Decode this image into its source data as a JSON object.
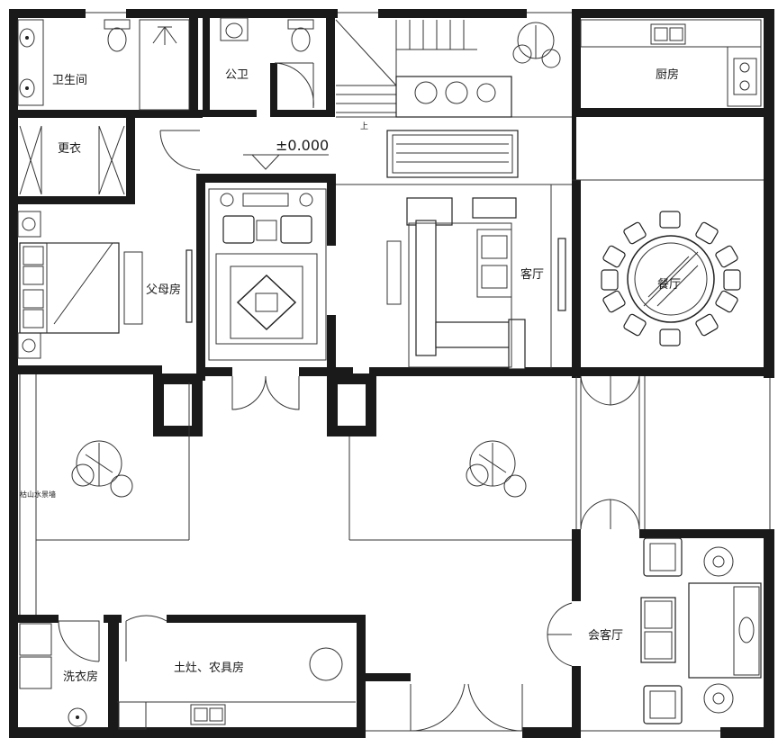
{
  "rooms": {
    "bathroom": "卫生间",
    "public_wc": "公卫",
    "kitchen": "厨房",
    "dressing": "更衣",
    "parents_room": "父母房",
    "living_room": "客厅",
    "dining_room": "餐厅",
    "laundry": "洗衣房",
    "stove_tool_room": "土灶、农具房",
    "reception_room": "会客厅"
  },
  "annotations": {
    "floor_level": "±0.000",
    "stair_up": "上",
    "rock_garden_wall": "枯山水景墙"
  },
  "colors": {
    "wall": "#1a1a1a",
    "background": "#ffffff",
    "line": "#333333"
  },
  "icons": [
    "toilet-icon",
    "shower-icon",
    "sink-icon",
    "bed-icon",
    "tree-icon",
    "dining-table-icon",
    "sofa-icon",
    "stove-icon",
    "door-swing-icon",
    "stair-icon",
    "washing-machine-icon"
  ]
}
